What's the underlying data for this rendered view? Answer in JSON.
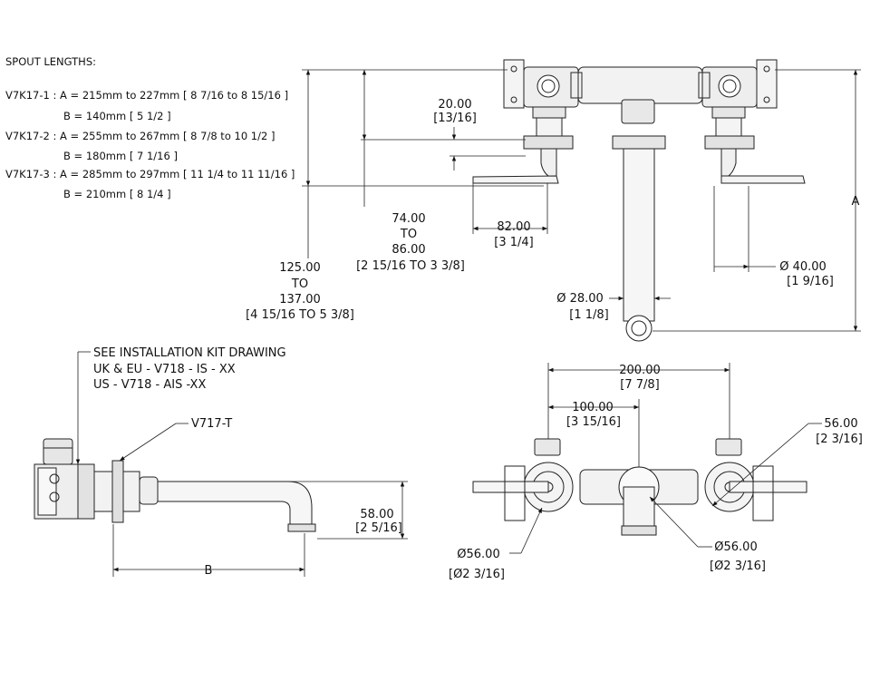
{
  "spec_heading": "SPOUT LENGTHS:",
  "specs": [
    {
      "model": "V7K17-1 :",
      "a": "A = 215mm to 227mm [ 8 7/16 to 8 15/16 ]",
      "b": "B = 140mm [ 5 1/2 ]"
    },
    {
      "model": "V7K17-2 :",
      "a": "A = 255mm to 267mm [ 8 7/8 to 10 1/2 ]",
      "b": "B = 180mm [ 7 1/16 ]"
    },
    {
      "model": "V7K17-3 :",
      "a": "A = 285mm to 297mm [ 11 1/4 to 11 11/16 ]",
      "b": "B = 210mm [ 8 1/4 ]"
    }
  ],
  "front_view": {
    "dim_20": "20.00",
    "dim_20_in": "[13/16]",
    "dim_74_a": "74.00",
    "dim_74_b": "TO",
    "dim_74_c": "86.00",
    "dim_74_in": "[2 15/16 TO 3 3/8]",
    "dim_82": "82.00",
    "dim_82_in": "[3 1/4]",
    "dim_125_a": "125.00",
    "dim_125_b": "TO",
    "dim_125_c": "137.00",
    "dim_125_in": "[4 15/16 TO 5 3/8]",
    "dim_28": "Ø 28.00",
    "dim_28_in": "[1 1/8]",
    "dim_40": "Ø  40.00",
    "dim_40_in": "[1 9/16]",
    "label_a": "A"
  },
  "side_view": {
    "note_1": "SEE INSTALLATION KIT DRAWING",
    "note_2": "UK & EU - V718 - IS - XX",
    "note_3": "US - V718 - AIS -XX",
    "part": "V717-T",
    "dim_58": "58.00",
    "dim_58_in": "[2 5/16]",
    "label_b": "B"
  },
  "top_view": {
    "dim_200": "200.00",
    "dim_200_in": "[7 7/8]",
    "dim_100": "100.00",
    "dim_100_in": "[3 15/16]",
    "dim_56_right": "56.00",
    "dim_56_right_in": "[2 3/16]",
    "dim_56_left": "Ø56.00",
    "dim_56_left_in": "[Ø2 3/16]",
    "dim_56_mid": "Ø56.00",
    "dim_56_mid_in": "[Ø2 3/16]"
  }
}
